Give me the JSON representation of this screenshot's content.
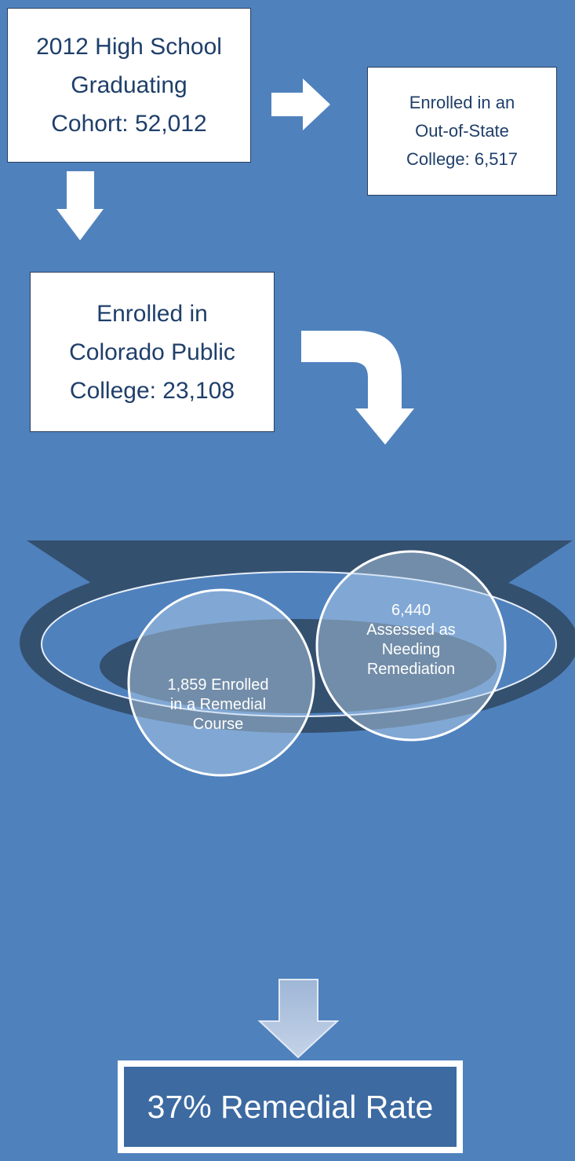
{
  "cohort_box": {
    "lines": [
      "2012 High School",
      "Graduating",
      "Cohort: 52,012"
    ]
  },
  "out_of_state_box": {
    "lines": [
      "Enrolled in an",
      "Out-of-State",
      "College: 6,517"
    ]
  },
  "colorado_box": {
    "lines": [
      "Enrolled in",
      "Colorado Public",
      "College: 23,108"
    ]
  },
  "funnel": {
    "assessed_bubble": {
      "lines": [
        "6,440",
        "Assessed as",
        "Needing",
        "Remediation"
      ]
    },
    "remedial_bubble": {
      "lines": [
        "1,859 Enrolled",
        "in a Remedial",
        "Course"
      ]
    }
  },
  "result_box": {
    "label": "37% Remedial Rate"
  },
  "colors": {
    "background": "#4f81bd",
    "funnel_dark": "#34506f",
    "box_text": "#1f3f6a",
    "white": "#ffffff"
  }
}
